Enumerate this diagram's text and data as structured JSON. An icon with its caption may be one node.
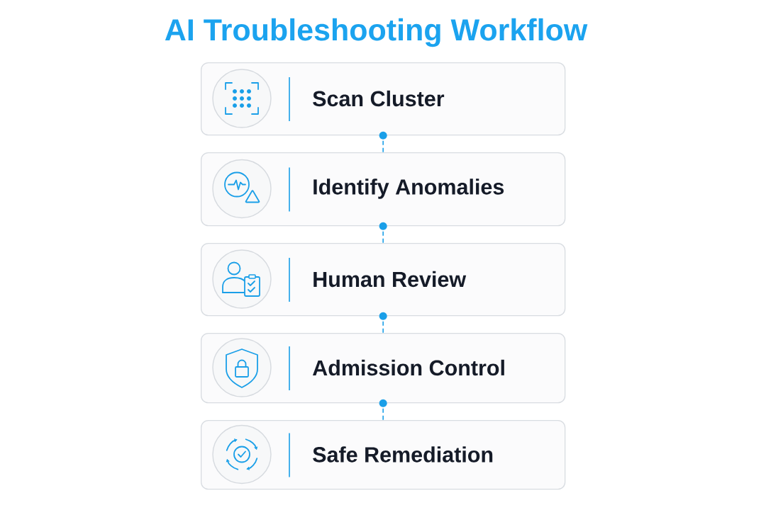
{
  "diagram": {
    "title": "AI Troubleshooting Workflow",
    "nodes": [
      {
        "text": [
          "Scan Cluster"
        ]
      },
      {
        "text": [
          "Identify Anomalies"
        ]
      },
      {
        "text": [
          "Human Review"
        ]
      },
      {
        "text": [
          "Admission Control"
        ]
      },
      {
        "text": [
          "Safe Remediation"
        ]
      }
    ],
    "edges": [
      {
        "from": 0,
        "to": 1,
        "arrow": "other",
        "style": "dashed"
      },
      {
        "from": 1,
        "to": 2,
        "arrow": "other",
        "style": "dashed"
      },
      {
        "from": 2,
        "to": 3,
        "arrow": "other",
        "style": "dashed"
      },
      {
        "from": 3,
        "to": 4,
        "arrow": "other",
        "style": "dashed"
      }
    ]
  }
}
